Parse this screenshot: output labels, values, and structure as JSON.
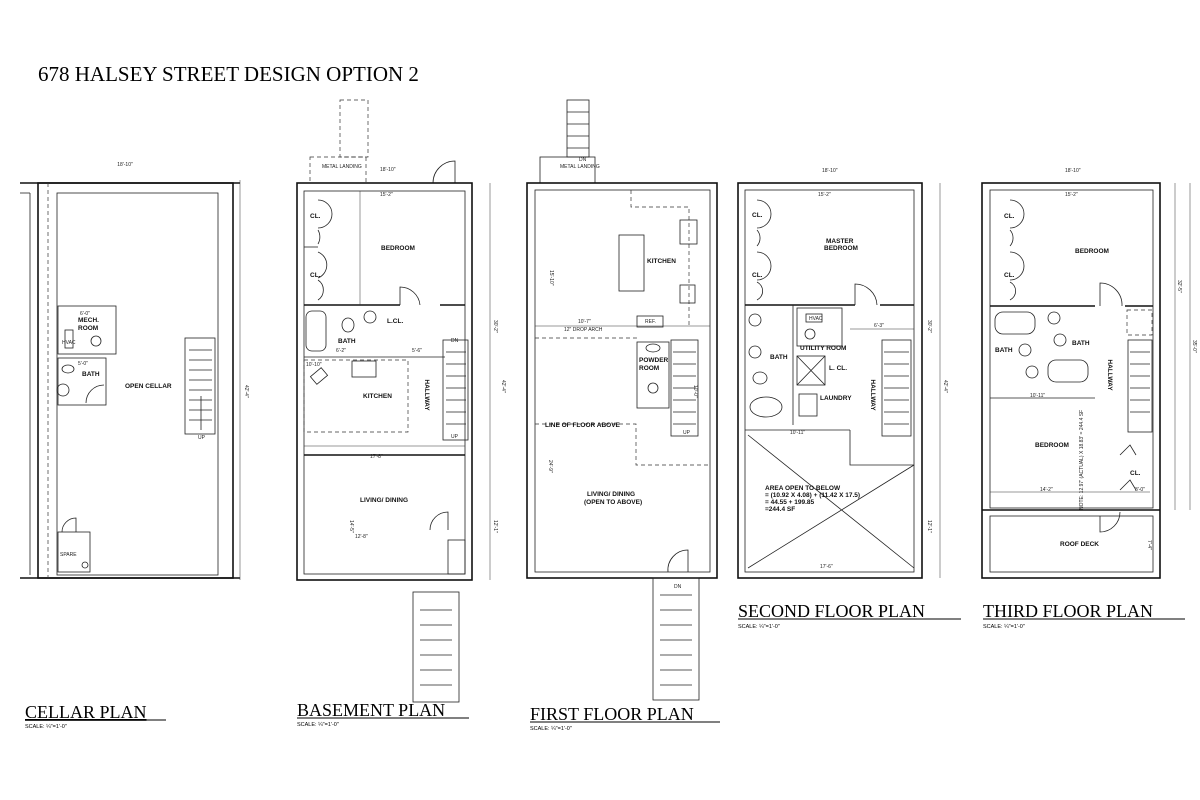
{
  "title": "678 HALSEY STREET DESIGN OPTION 2",
  "cellar": {
    "heading": "CELLAR PLAN",
    "scale": "SCALE: ¼\"=1'-0\"",
    "rooms": {
      "mech": "MECH.",
      "mech2": "ROOM",
      "bath": "BATH",
      "open": "OPEN CELLAR",
      "hvac": "HVAC",
      "spare": "SPARE"
    },
    "dims": {
      "width": "18'-10\"",
      "depth": "42'-4\"",
      "mech_w": "6'-0\"",
      "bath_w": "5'-0\"",
      "up": "UP"
    }
  },
  "basement": {
    "heading": "BASEMENT PLAN",
    "scale": "SCALE: ¼\"=1'-0\"",
    "rooms": {
      "landing": "METAL LANDING",
      "bedroom": "BEDROOM",
      "cl1": "CL.",
      "cl2": "CL.",
      "lcl": "L.CL.",
      "bath": "BATH",
      "kitchen": "KITCHEN",
      "hallway": "HALLWAY",
      "living": "LIVING/ DINING",
      "dn": "DN",
      "up": "UP"
    },
    "dims": {
      "width": "18'-10\"",
      "bed_w": "15'-2\"",
      "bath_w": "6'-2\"",
      "hall_w": "5'-6\"",
      "kit_w": "10'-10\"",
      "row_w": "17'-8\"",
      "liv_w": "12'-8\"",
      "d1": "30'-2\"",
      "d2": "42'-4\"",
      "d3": "12'-1\"",
      "liv_d": "14'-5\""
    }
  },
  "first": {
    "heading": "FIRST FLOOR PLAN",
    "scale": "SCALE: ¼\"=1'-0\"",
    "rooms": {
      "landing": "METAL LANDING",
      "kitchen": "KITCHEN",
      "arch": "12\" DROP ARCH",
      "ref": "REF.",
      "powder": "POWDER",
      "powder2": "ROOM",
      "floor_above": "LINE OF FLOOR ABOVE",
      "living": "LIVING/ DINING",
      "living2": "(OPEN TO ABOVE)",
      "dn": "DN",
      "up": "UP"
    },
    "dims": {
      "arch_w": "10'-7\"",
      "kit_d": "15'-10\"",
      "liv_d": "24'-9\"",
      "stair": "10'-0\""
    }
  },
  "second": {
    "heading": "SECOND FLOOR PLAN",
    "scale": "SCALE: ¼\"=1'-0\"",
    "rooms": {
      "master": "MASTER",
      "master2": "BEDROOM",
      "cl1": "CL.",
      "cl2": "CL.",
      "bath": "BATH",
      "utility": "UTILITY ROOM",
      "hvac": "HVAC",
      "lcl": "L. CL.",
      "laundry": "LAUNDRY",
      "hallway": "HALLWAY"
    },
    "area_note": [
      "AREA OPEN TO BELOW",
      "= (10.92 X 4.08) + (11.42 X 17.5)",
      "= 44.55 + 199.85",
      "=244.4 SF"
    ],
    "dims": {
      "width": "18'-10\"",
      "bed_w": "15'-2\"",
      "hall_w": "6'-3\"",
      "bath_w": "10'-11\"",
      "open_w": "17'-6\"",
      "d1": "30'-2\"",
      "d2": "42'-4\"",
      "d3": "12'-1\""
    }
  },
  "third": {
    "heading": "THIRD FLOOR PLAN",
    "scale": "SCALE: ¼\"=1'-0\"",
    "rooms": {
      "bedroom1": "BEDROOM",
      "cl1": "CL.",
      "cl2": "CL.",
      "bath1": "BATH",
      "bath2": "BATH",
      "hallway": "HALLWAY",
      "bedroom2": "BEDROOM",
      "cl3": "CL.",
      "deck": "ROOF DECK"
    },
    "note": "NOTE: 12.97' (ACTUAL) X 18.83' = 244.4 SF",
    "dims": {
      "width": "18'-10\"",
      "bed_w": "15'-2\"",
      "bath_w": "10'-11\"",
      "bed2_w": "14'-2\"",
      "cl_w": "3'-0\"",
      "d1": "32'-5\"",
      "d2": "35'-0\"",
      "deck_d": "7'-4\""
    }
  }
}
